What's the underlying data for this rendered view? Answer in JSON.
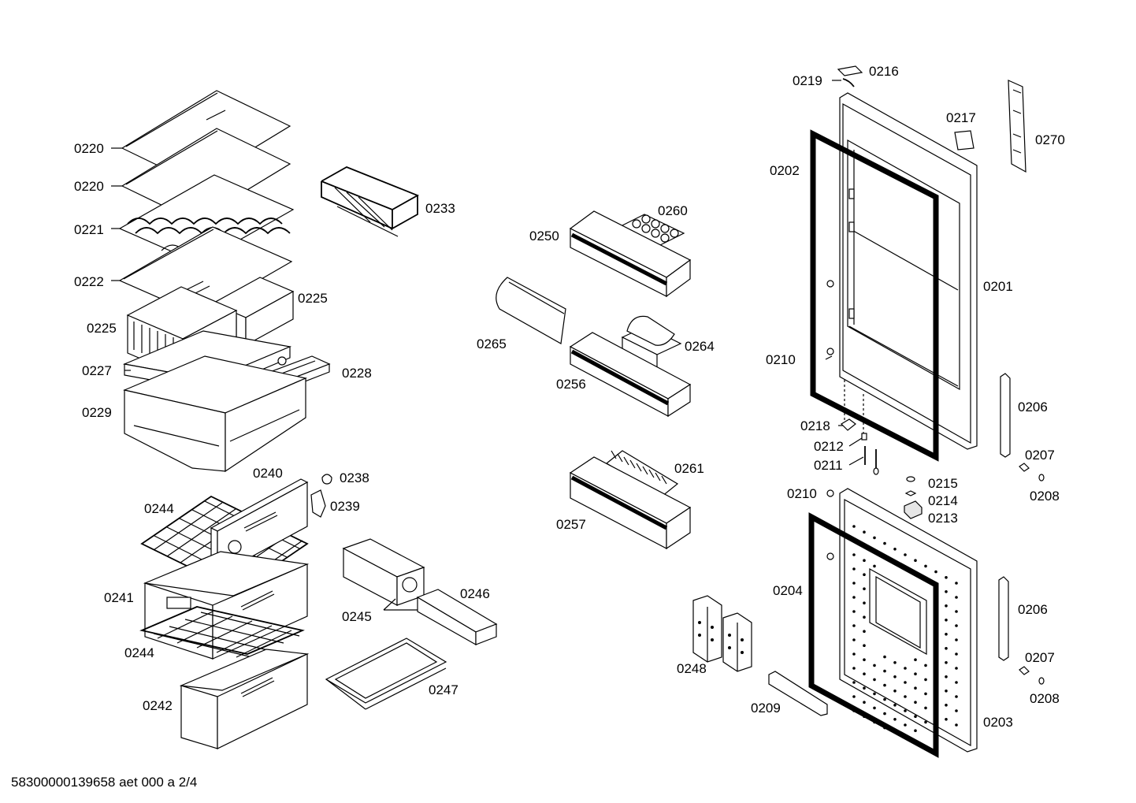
{
  "document_code": "58300000139658 aet 000 a 2/4",
  "labels": {
    "p0220a": "0220",
    "p0220b": "0220",
    "p0221": "0221",
    "p0222": "0222",
    "p0225a": "0225",
    "p0225b": "0225",
    "p0227": "0227",
    "p0228": "0228",
    "p0229": "0229",
    "p0233": "0233",
    "p0240": "0240",
    "p0238": "0238",
    "p0239": "0239",
    "p0244a": "0244",
    "p0241": "0241",
    "p0244b": "0244",
    "p0242": "0242",
    "p0245": "0245",
    "p0246": "0246",
    "p0247": "0247",
    "p0250": "0250",
    "p0260": "0260",
    "p0265": "0265",
    "p0264": "0264",
    "p0256": "0256",
    "p0261": "0261",
    "p0257": "0257",
    "p0248": "0248",
    "p0209": "0209",
    "p0219": "0219",
    "p0216": "0216",
    "p0217": "0217",
    "p0270": "0270",
    "p0202": "0202",
    "p0201": "0201",
    "p0210a": "0210",
    "p0218": "0218",
    "p0212": "0212",
    "p0211": "0211",
    "p0206a": "0206",
    "p0207a": "0207",
    "p0208a": "0208",
    "p0210b": "0210",
    "p0215": "0215",
    "p0214": "0214",
    "p0213": "0213",
    "p0204": "0204",
    "p0206b": "0206",
    "p0207b": "0207",
    "p0208b": "0208",
    "p0203": "0203"
  }
}
